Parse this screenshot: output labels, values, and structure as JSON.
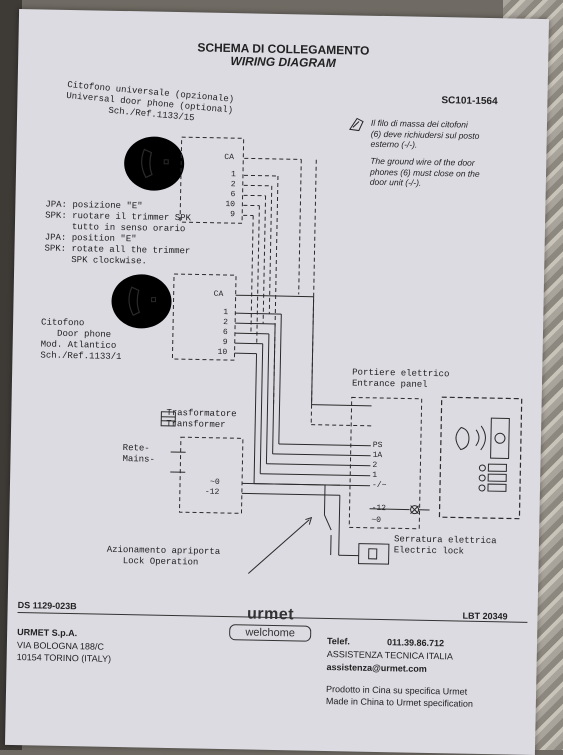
{
  "header": {
    "title_it": "SCHEMA DI COLLEGAMENTO",
    "title_en": "WIRING DIAGRAM",
    "code": "SC101-1564"
  },
  "note": {
    "text_it": "Il filo di massa dei citofoni\n(6) deve richiudersi sul posto\nesterno (-/-).",
    "text_en": "The ground wire of the door\nphones (6) must close on the\ndoor unit (-/-)."
  },
  "phone1": {
    "label": "Citofono universale (opzionale)\nUniversal door phone (optional)\n        Sch./Ref.1133/15",
    "terminals": [
      "CA",
      "1",
      "2",
      "6",
      "10",
      "9"
    ]
  },
  "jumper": {
    "text": "JPA: posizione \"E\"\nSPK: ruotare il trimmer SPK\n     tutto in senso orario\nJPA: position \"E\"\nSPK: rotate all the trimmer\n     SPK clockwise."
  },
  "phone2": {
    "label": "Citofono\n   Door phone\nMod. Atlantico\nSch./Ref.1133/1",
    "terminals": [
      "CA",
      "1",
      "2",
      "6",
      "9",
      "10"
    ]
  },
  "entrance": {
    "label": "Portiere elettrico\nEntrance panel",
    "terminals": [
      "PS",
      "1A",
      "2",
      "1",
      "-/~",
      "-12",
      "~0"
    ]
  },
  "transformer": {
    "label": "Trasformatore\nTransformer",
    "mains": "Rete-\nMains-",
    "terminals": [
      "~0",
      "-12"
    ]
  },
  "lock": {
    "label": "Serratura elettrica\nElectric lock"
  },
  "lock_op": {
    "label": "Azionamento apriporta\n   Lock Operation"
  },
  "footer": {
    "doc_code": "DS 1129-023B",
    "lbt": "LBT 20349",
    "company": "URMET S.p.A.",
    "address": "VIA BOLOGNA 188/C\n10154 TORINO (ITALY)",
    "logo_top": "urmet",
    "logo_bottom": "welchome",
    "tel_label": "Telef.",
    "tel_number": "011.39.86.712",
    "assist": "ASSISTENZA TECNICA ITALIA",
    "email": "assistenza@urmet.com",
    "made_it": "Prodotto in Cina su specifica Urmet",
    "made_en": "Made in China to Urmet specification"
  }
}
